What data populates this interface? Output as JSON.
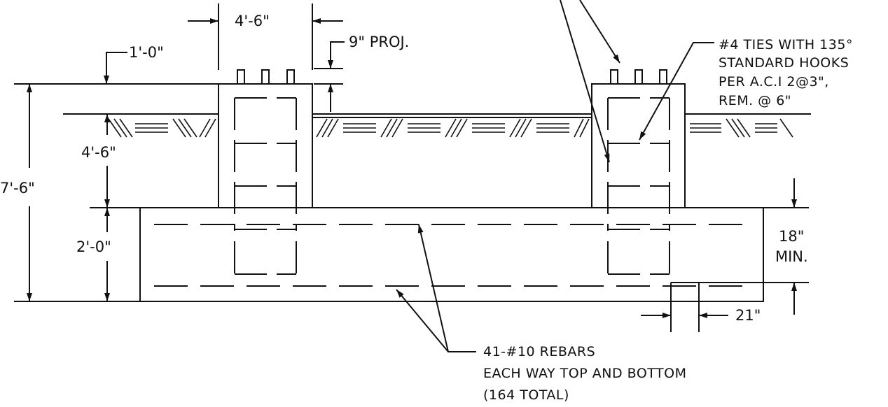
{
  "colors": {
    "line": "#111111",
    "background": "#ffffff"
  },
  "dimensions": {
    "pedestal_width": "4'-6\"",
    "projection": "9\" PROJ.",
    "offset": "1'-0\"",
    "total_depth": "7'-6\"",
    "pedestal_depth": "4'-6\"",
    "mat_thickness": "2'-0\"",
    "min_depth_value": "18\"",
    "min_depth_qualifier": "MIN.",
    "bar_spacing": "21\""
  },
  "notes": {
    "ties": [
      "#4 TIES WITH 135°",
      "STANDARD HOOKS",
      "PER A.C.I 2@3\",",
      "REM. @ 6\""
    ],
    "rebars": [
      "41-#10 REBARS",
      "EACH WAY TOP AND BOTTOM",
      "(164 TOTAL)"
    ]
  }
}
